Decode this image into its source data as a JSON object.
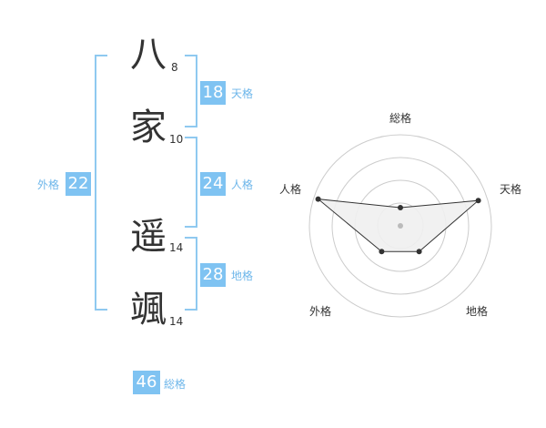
{
  "name": {
    "chars": [
      {
        "char": "八",
        "strokes": "8"
      },
      {
        "char": "家",
        "strokes": "10"
      },
      {
        "char": "遥",
        "strokes": "14"
      },
      {
        "char": "颯",
        "strokes": "14"
      }
    ]
  },
  "kaku": {
    "tenkaku": {
      "value": "18",
      "label": "天格"
    },
    "jinkaku": {
      "value": "24",
      "label": "人格"
    },
    "chikaku": {
      "value": "28",
      "label": "地格"
    },
    "gaikaku": {
      "value": "22",
      "label": "外格"
    },
    "soukaku": {
      "value": "46",
      "label": "総格"
    }
  },
  "chart_data": {
    "type": "radar",
    "axes": [
      "総格",
      "天格",
      "地格",
      "外格",
      "人格"
    ],
    "values": [
      0.2,
      0.9,
      0.35,
      0.35,
      0.95
    ],
    "rings": 4,
    "colors": {
      "fill": "#f0f0f0",
      "line": "#333333",
      "grid": "#cccccc",
      "point": "#333333",
      "center": "#bbbbbb"
    }
  },
  "colors": {
    "accent": "#7fc3f2",
    "label": "#6db6ea",
    "bracket": "#8fc9f0"
  }
}
